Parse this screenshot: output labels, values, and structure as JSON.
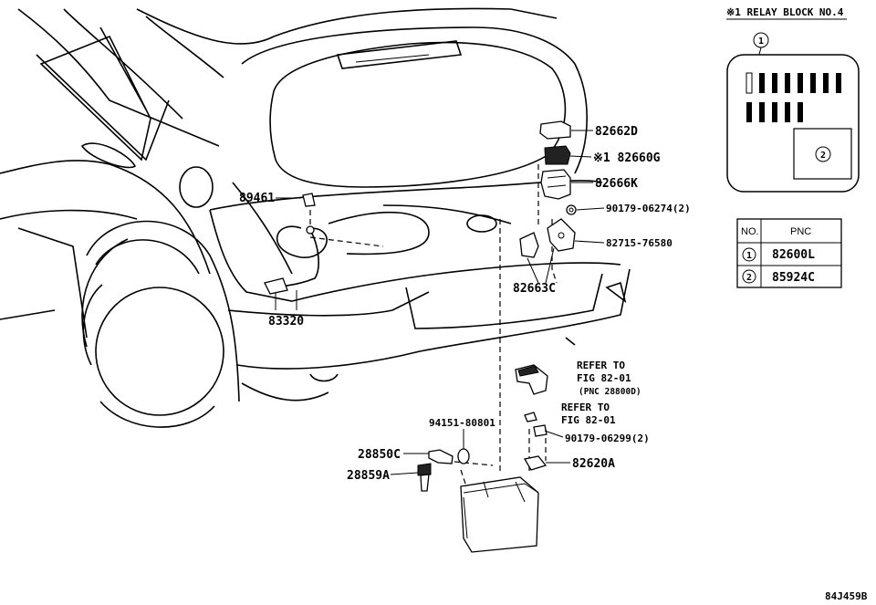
{
  "relay_block": {
    "title": "※1 RELAY BLOCK NO.4",
    "callout_1": "1",
    "callout_2": "2"
  },
  "pnc_table": {
    "headers": [
      "NO.",
      "PNC"
    ],
    "rows": [
      {
        "no": "1",
        "pnc": "82600L"
      },
      {
        "no": "2",
        "pnc": "85924C"
      }
    ]
  },
  "parts": {
    "p82662D": "82662D",
    "p82660G": "※1 82660G",
    "p82666K": "82666K",
    "p90179_06274": "90179-06274(2)",
    "p82715_76580": "82715-76580",
    "p82663C": "82663C",
    "p89461": "89461",
    "p83320": "83320",
    "refer1_a": "REFER TO",
    "refer1_b": "FIG 82-01",
    "refer1_c": "(PNC 28800D)",
    "refer2_a": "REFER TO",
    "refer2_b": "FIG 82-01",
    "p94151_80801": "94151-80801",
    "p90179_06299": "90179-06299(2)",
    "p28850C": "28850C",
    "p82620A": "82620A",
    "p28859A": "28859A"
  },
  "figure_id": "84J459B"
}
